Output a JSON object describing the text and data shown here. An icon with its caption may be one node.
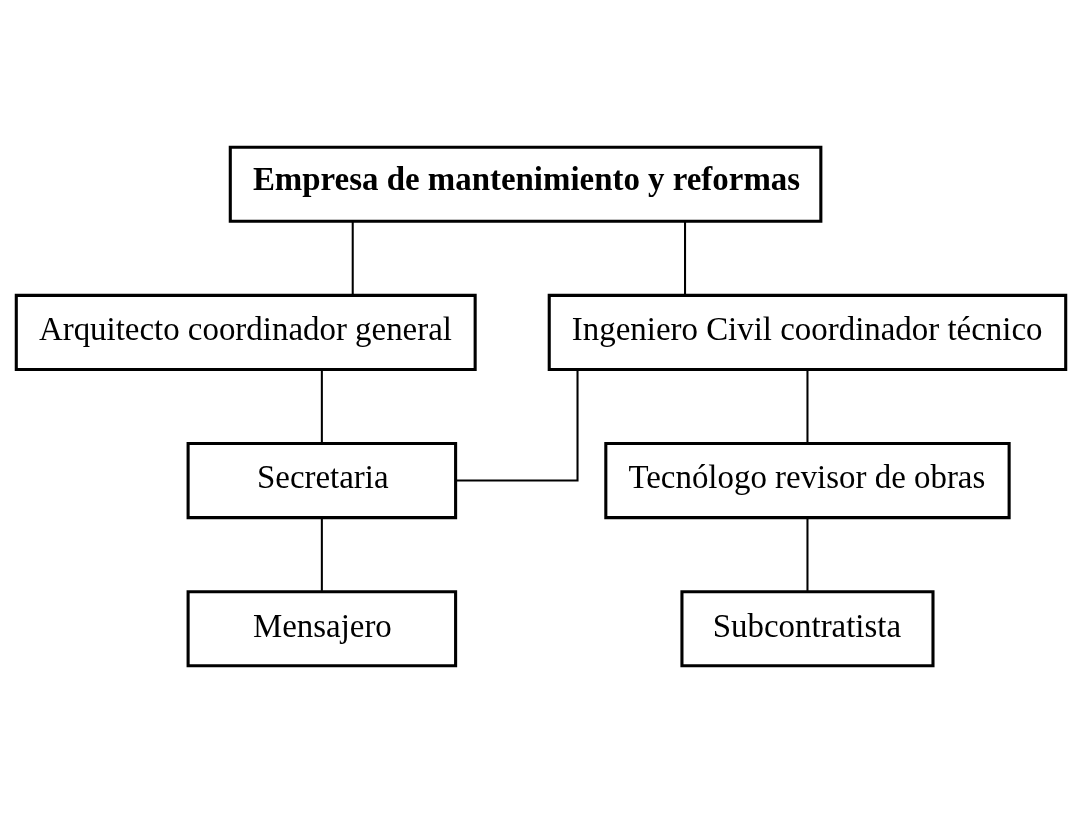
{
  "diagram": {
    "nodes": [
      {
        "text": [
          "Empresa de mantenimiento y reformas"
        ]
      },
      {
        "text": [
          "Arquitecto coordinador general"
        ]
      },
      {
        "text": [
          "Secretaria"
        ]
      },
      {
        "text": [
          "Mensajero"
        ]
      },
      {
        "text": [
          "Ingeniero Civil coordinador técnico"
        ]
      },
      {
        "text": [
          "Tecnólogo revisor de obras"
        ]
      },
      {
        "text": [
          "Subcontratista"
        ]
      }
    ],
    "edges": [
      {
        "from": 0,
        "to": 1,
        "arrow": "none"
      },
      {
        "from": 0,
        "to": 4,
        "arrow": "none"
      },
      {
        "from": 1,
        "to": 2,
        "arrow": "none"
      },
      {
        "from": 4,
        "to": 2,
        "arrow": "none"
      },
      {
        "from": 2,
        "to": 3,
        "arrow": "none"
      },
      {
        "from": 4,
        "to": 5,
        "arrow": "none"
      },
      {
        "from": 5,
        "to": 6,
        "arrow": "none"
      }
    ]
  }
}
